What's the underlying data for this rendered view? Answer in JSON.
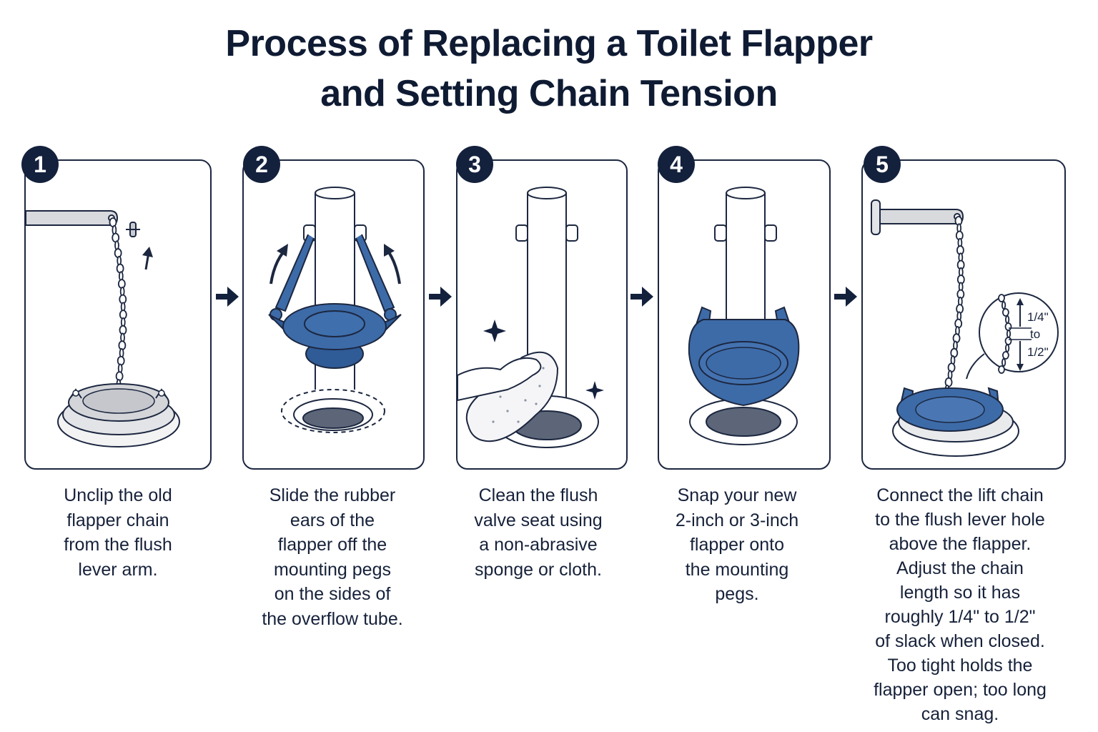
{
  "title": {
    "line1": "Process of Replacing a Toilet Flapper",
    "line2": "and Setting Chain Tension"
  },
  "colors": {
    "navy": "#14213d",
    "flapper_blue": "#3d6ba8",
    "outline": "#1c2740",
    "old_flapper_gray": "#d9dadd"
  },
  "steps": [
    {
      "number": "1",
      "caption": [
        "Unclip the old",
        "flapper chain",
        "from the flush",
        "lever arm."
      ]
    },
    {
      "number": "2",
      "caption": [
        "Slide the rubber",
        "ears of the",
        "flapper off the",
        "mounting pegs",
        "on the sides of",
        "the overflow tube."
      ]
    },
    {
      "number": "3",
      "caption": [
        "Clean the flush",
        "valve seat using",
        "a non-abrasive",
        "sponge or cloth."
      ]
    },
    {
      "number": "4",
      "caption": [
        "Snap your new",
        "2-inch or 3-inch",
        "flapper onto",
        "the mounting",
        "pegs."
      ]
    },
    {
      "number": "5",
      "caption": [
        "Connect the lift chain",
        "to the flush lever hole",
        "above the flapper.",
        "Adjust the chain",
        "length so it has",
        "roughly 1/4\" to 1/2\"",
        "of slack when closed.",
        "Too tight holds the",
        "flapper open; too long",
        "can snag."
      ],
      "callout": {
        "top": "1/4\"",
        "middle": "to",
        "bottom": "1/2\""
      }
    }
  ],
  "icons": [
    "step-arrow-icon",
    "sparkle-icon",
    "up-arrow-icon"
  ]
}
